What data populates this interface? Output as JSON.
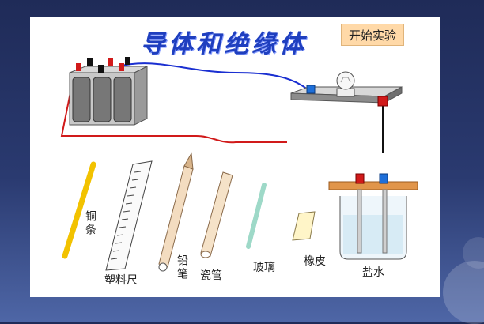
{
  "title": "导体和绝缘体",
  "start_button": "开始实验",
  "materials": {
    "copper_wire": "铜条",
    "plastic_ruler": "塑料尺",
    "pencil_lead": "铅笔",
    "ceramic_tube": "瓷管",
    "glass": "玻璃",
    "rubber": "橡皮",
    "salt_water": "盐水"
  },
  "colors": {
    "title": "#1f3fbf",
    "button_bg": "#ffd9a8",
    "wire_blue": "#1a2fd1",
    "wire_red": "#d11a1a",
    "copper": "#f2c200"
  }
}
